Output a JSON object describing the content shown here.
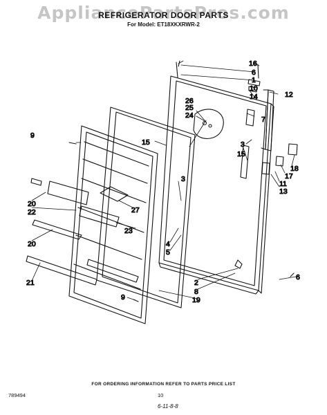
{
  "watermark": "AppliancePartsPros.com",
  "header": {
    "title": "REFRIGERATOR DOOR PARTS",
    "model": "For Model: ET18XKXRWR-2"
  },
  "callouts": {
    "c1": "1",
    "c2": "2",
    "c3a": "3",
    "c3b": "3",
    "c4": "4",
    "c5": "5",
    "c6a": "6",
    "c6b": "6",
    "c7": "7",
    "c8": "8",
    "c9a": "9",
    "c9b": "9",
    "c10": "10",
    "c11": "11",
    "c12": "12",
    "c13": "13",
    "c14": "14",
    "c15a": "15",
    "c15b": "15",
    "c16": "16",
    "c17": "17",
    "c18": "18",
    "c19": "19",
    "c20a": "20",
    "c20b": "20",
    "c21": "21",
    "c22": "22",
    "c23": "23",
    "c24": "24",
    "c25": "25",
    "c26": "26",
    "c27": "27"
  },
  "footer": {
    "ordering": "FOR ORDERING INFORMATION REFER TO PARTS PRICE LIST",
    "code": "789494",
    "page": "10",
    "signature": "6-11-8-8"
  }
}
